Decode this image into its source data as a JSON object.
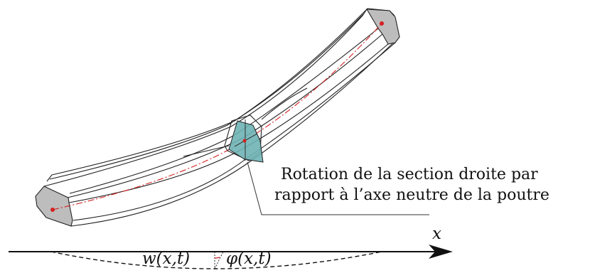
{
  "annotation": {
    "line1": "Rotation de la section droite par",
    "line2": "rapport à l’axe neutre de la poutre"
  },
  "axis": {
    "label": "x"
  },
  "symbols": {
    "deflection": "w(x,t)",
    "rotation": "φ(x,t)"
  },
  "colors": {
    "beam_edge": "#222222",
    "end_face": "#bdbdbd",
    "rotated_section": "#6fb3b5",
    "neutral_axis": "#d62020"
  }
}
